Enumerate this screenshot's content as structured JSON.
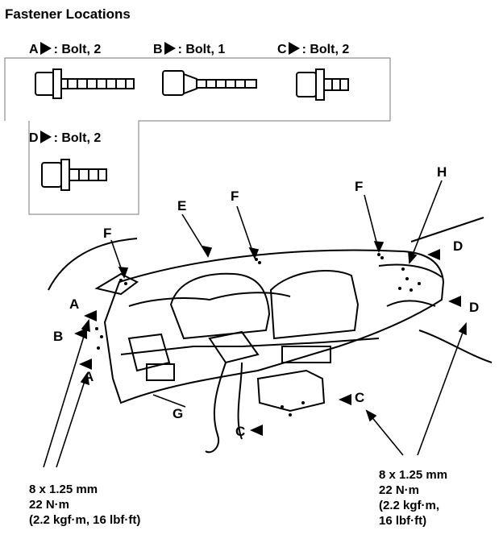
{
  "title": "Fastener Locations",
  "legend": [
    {
      "letter": "A",
      "text": ": Bolt, 2"
    },
    {
      "letter": "B",
      "text": ": Bolt, 1"
    },
    {
      "letter": "C",
      "text": ": Bolt, 2"
    },
    {
      "letter": "D",
      "text": ": Bolt, 2"
    }
  ],
  "callouts": {
    "e": "E",
    "f1": "F",
    "f2": "F",
    "f3": "F",
    "h": "H",
    "g": "G",
    "a1": "A",
    "a2": "A",
    "b": "B",
    "c1": "C",
    "c2": "C",
    "d1": "D",
    "d2": "D"
  },
  "spec_left": [
    "8 x 1.25 mm",
    "22 N·m",
    "(2.2 kgf·m, 16 lbf·ft)"
  ],
  "spec_right": [
    "8 x 1.25 mm",
    "22 N·m",
    "(2.2 kgf·m,",
    "16 lbf·ft)"
  ]
}
